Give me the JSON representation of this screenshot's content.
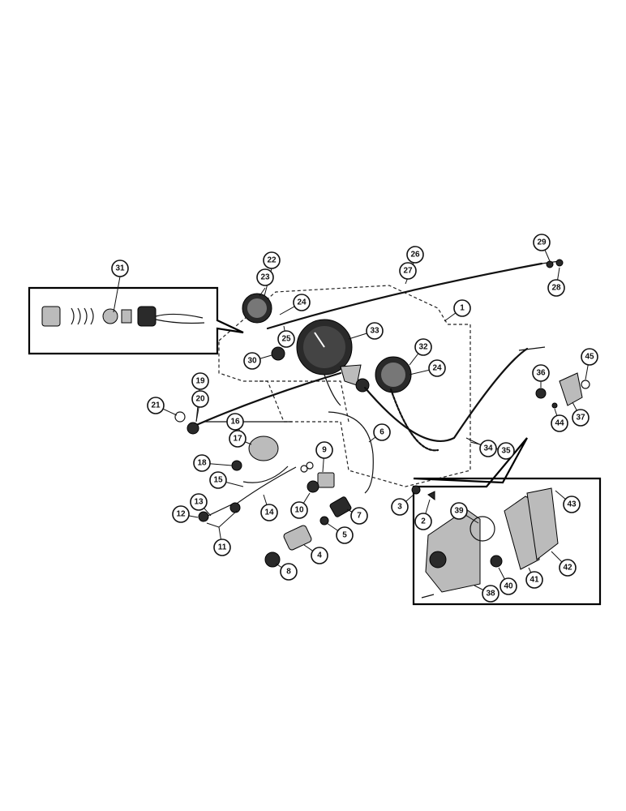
{
  "callouts": [
    {
      "id": "c1",
      "label": "1"
    },
    {
      "id": "c2",
      "label": "2"
    },
    {
      "id": "c3",
      "label": "3"
    },
    {
      "id": "c4",
      "label": "4"
    },
    {
      "id": "c5",
      "label": "5"
    },
    {
      "id": "c6",
      "label": "6"
    },
    {
      "id": "c7",
      "label": "7"
    },
    {
      "id": "c8",
      "label": "8"
    },
    {
      "id": "c9",
      "label": "9"
    },
    {
      "id": "c10",
      "label": "10"
    },
    {
      "id": "c11",
      "label": "11"
    },
    {
      "id": "c12",
      "label": "12"
    },
    {
      "id": "c13",
      "label": "13"
    },
    {
      "id": "c14",
      "label": "14"
    },
    {
      "id": "c15",
      "label": "15"
    },
    {
      "id": "c16",
      "label": "16"
    },
    {
      "id": "c17",
      "label": "17"
    },
    {
      "id": "c18",
      "label": "18"
    },
    {
      "id": "c19",
      "label": "19"
    },
    {
      "id": "c20",
      "label": "20"
    },
    {
      "id": "c21",
      "label": "21"
    },
    {
      "id": "c22",
      "label": "22"
    },
    {
      "id": "c23",
      "label": "23"
    },
    {
      "id": "c24a",
      "label": "24"
    },
    {
      "id": "c24b",
      "label": "24"
    },
    {
      "id": "c25",
      "label": "25"
    },
    {
      "id": "c26",
      "label": "26"
    },
    {
      "id": "c27",
      "label": "27"
    },
    {
      "id": "c28",
      "label": "28"
    },
    {
      "id": "c29",
      "label": "29"
    },
    {
      "id": "c30",
      "label": "30"
    },
    {
      "id": "c31",
      "label": "31"
    },
    {
      "id": "c32",
      "label": "32"
    },
    {
      "id": "c33",
      "label": "33"
    },
    {
      "id": "c34",
      "label": "34"
    },
    {
      "id": "c35",
      "label": "35"
    },
    {
      "id": "c36",
      "label": "36"
    },
    {
      "id": "c37",
      "label": "37"
    },
    {
      "id": "c38",
      "label": "38"
    },
    {
      "id": "c39",
      "label": "39"
    },
    {
      "id": "c40",
      "label": "40"
    },
    {
      "id": "c41",
      "label": "41"
    },
    {
      "id": "c42",
      "label": "42"
    },
    {
      "id": "c43",
      "label": "43"
    },
    {
      "id": "c44",
      "label": "44"
    },
    {
      "id": "c45",
      "label": "45"
    }
  ]
}
